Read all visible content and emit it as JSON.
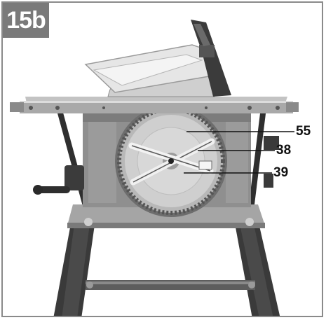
{
  "figure": {
    "label": "15b"
  },
  "callouts": [
    {
      "id": "55",
      "text": "55"
    },
    {
      "id": "38",
      "text": "38"
    },
    {
      "id": "39",
      "text": "39"
    }
  ],
  "colors": {
    "tag_background": "#7a7a7a",
    "frame_border": "#8a8a8a",
    "tabletop": "#b9b9b9",
    "housing": "#8f8f8f",
    "legs": "#3d3d3d",
    "blade": "#cfcfcf",
    "guard": "#dcdcdc"
  },
  "icons": {
    "blade": "saw-blade-icon",
    "wrench": "blade-wrench-icon"
  }
}
